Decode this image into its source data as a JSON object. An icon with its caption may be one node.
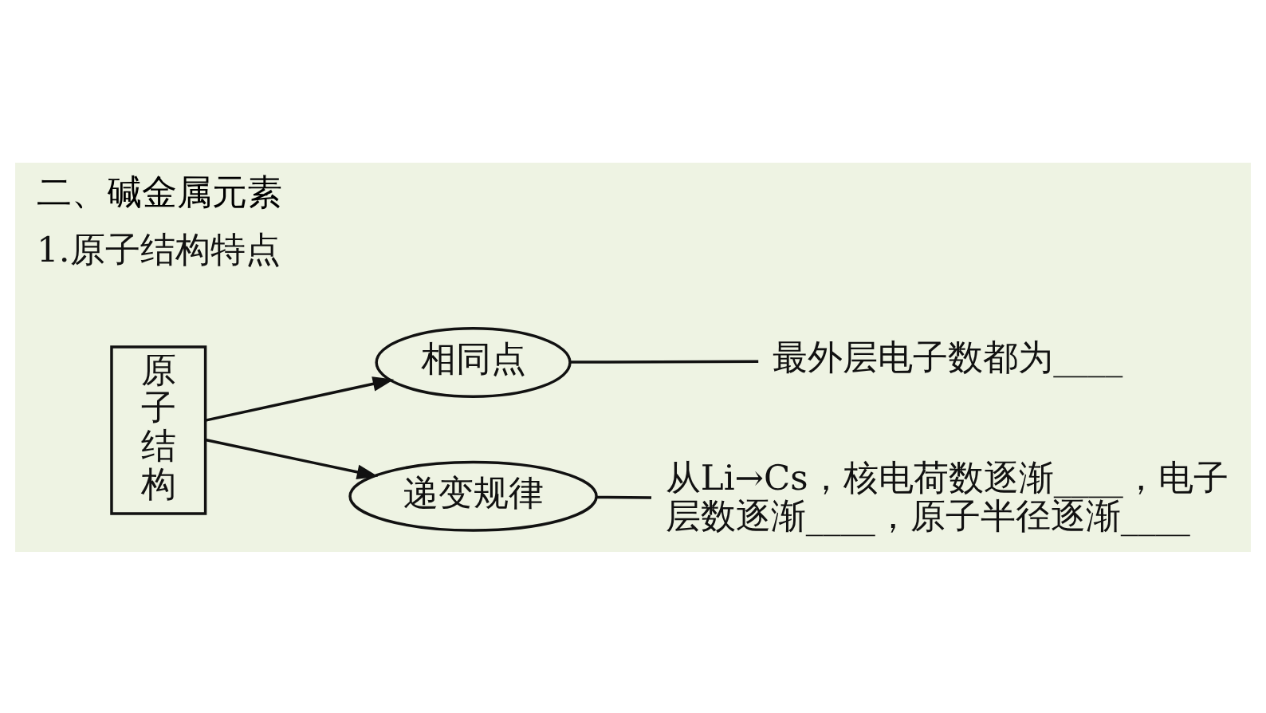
{
  "diagram": {
    "title": "二、碱金属元素",
    "nodes": [
      {
        "text": [
          "原子结构"
        ]
      },
      {
        "text": [
          "相同点"
        ]
      },
      {
        "text": [
          "最外层电子数都为____"
        ]
      },
      {
        "text": [
          "递变规律"
        ]
      },
      {
        "text": [
          "从Li→Cs，核电荷数逐渐____，电子层数逐渐____，原子半径逐渐____"
        ]
      }
    ],
    "edges": [
      {
        "from": 0,
        "to": 1,
        "arrow": "to"
      },
      {
        "from": 0,
        "to": 3,
        "arrow": "to"
      },
      {
        "from": 1,
        "to": 2,
        "arrow": "none"
      },
      {
        "from": 3,
        "to": 4,
        "arrow": "none"
      }
    ],
    "labels": [
      "1.原子结构特点"
    ]
  }
}
